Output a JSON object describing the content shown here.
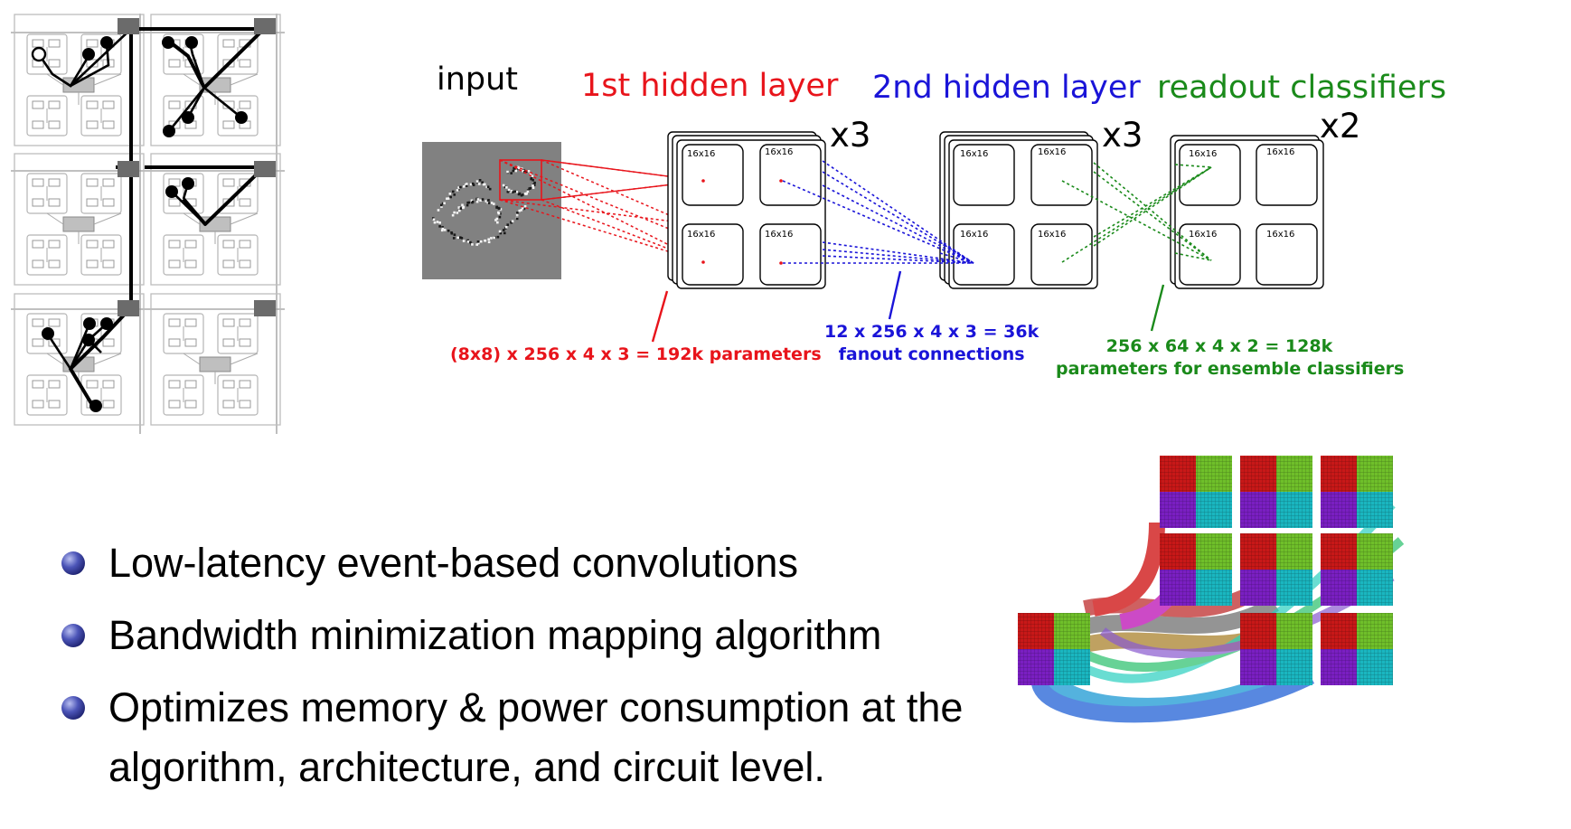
{
  "headers": {
    "input": "input",
    "hidden1": "1st hidden layer",
    "hidden2": "2nd hidden layer",
    "readout": "readout classifiers"
  },
  "multipliers": {
    "h1": "x3",
    "h2": "x3",
    "readout": "x2"
  },
  "map_label": "16x16",
  "captions": {
    "hidden1_params": "(8x8) x 256 x 4 x 3 = 192k parameters",
    "fanout_line1": "12 x 256 x 4 x 3 = 36k",
    "fanout_line2": "fanout connections",
    "readout_line1": "256 x 64 x 4 x 2 = 128k",
    "readout_line2": "parameters for ensemble classifiers"
  },
  "colors": {
    "hidden1": "#e8141b",
    "hidden2": "#1a14d8",
    "readout": "#1a8a1a"
  },
  "bullets": [
    "Low-latency event-based convolutions",
    "Bandwidth minimization mapping algorithm",
    "Optimizes memory & power consumption at the algorithm, architecture, and circuit level."
  ]
}
